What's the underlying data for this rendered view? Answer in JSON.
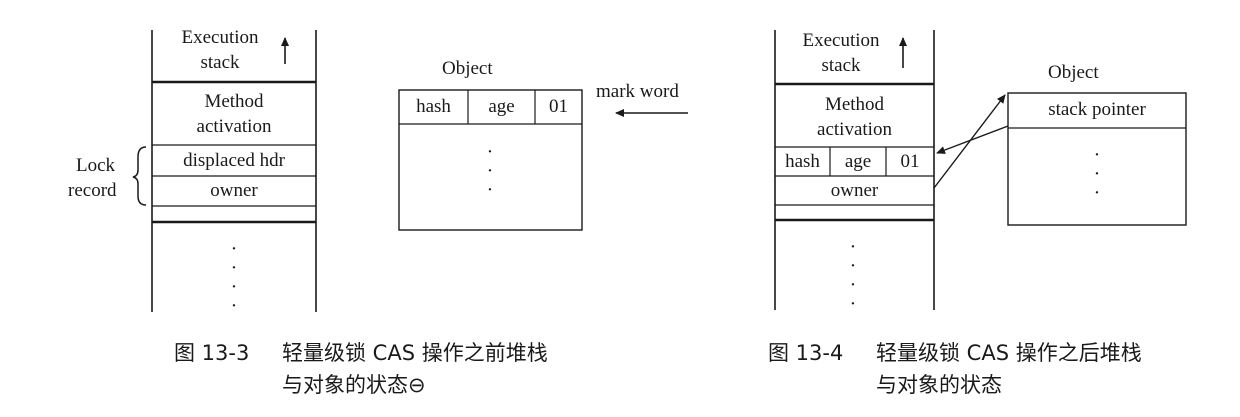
{
  "left": {
    "stack_title": [
      "Execution",
      "stack"
    ],
    "method_activation": [
      "Method",
      "activation"
    ],
    "displaced_hdr": "displaced hdr",
    "owner": "owner",
    "lock_record_label": [
      "Lock",
      "record"
    ],
    "object_title": "Object",
    "hash": "hash",
    "age": "age",
    "bits": "01",
    "mark_word": "mark word",
    "caption_number": "图 13-3",
    "caption_text": [
      "轻量级锁 CAS 操作之前堆栈",
      "与对象的状态⊖"
    ]
  },
  "right": {
    "stack_title": [
      "Execution",
      "stack"
    ],
    "method_activation": [
      "Method",
      "activation"
    ],
    "hash": "hash",
    "age": "age",
    "bits": "01",
    "owner": "owner",
    "object_title": "Object",
    "stack_pointer": "stack pointer",
    "caption_number": "图 13-4",
    "caption_text": [
      "轻量级锁 CAS 操作之后堆栈",
      "与对象的状态"
    ]
  },
  "dots": "·\n·\n·"
}
